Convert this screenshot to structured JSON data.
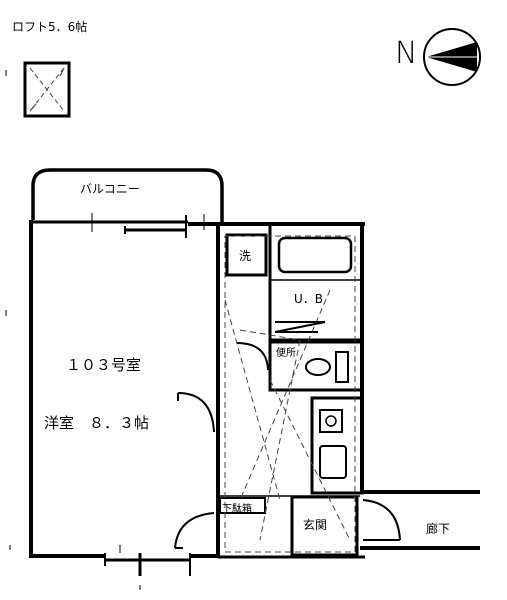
{
  "floorplan": {
    "loft_label": "ロフト5．6帖",
    "north_label": "N",
    "balcony_label": "バルコニー",
    "room_number": "１０３号室",
    "room_label": "洋室　８．３帖",
    "washer_label": "洗",
    "bath_label": "U．B",
    "toilet_label": "便所",
    "shoe_closet_label": "下駄箱",
    "entrance_label": "玄関",
    "corridor_label": "廊下"
  },
  "colors": {
    "line": "#000000",
    "dash": "#444444",
    "background": "#ffffff"
  }
}
